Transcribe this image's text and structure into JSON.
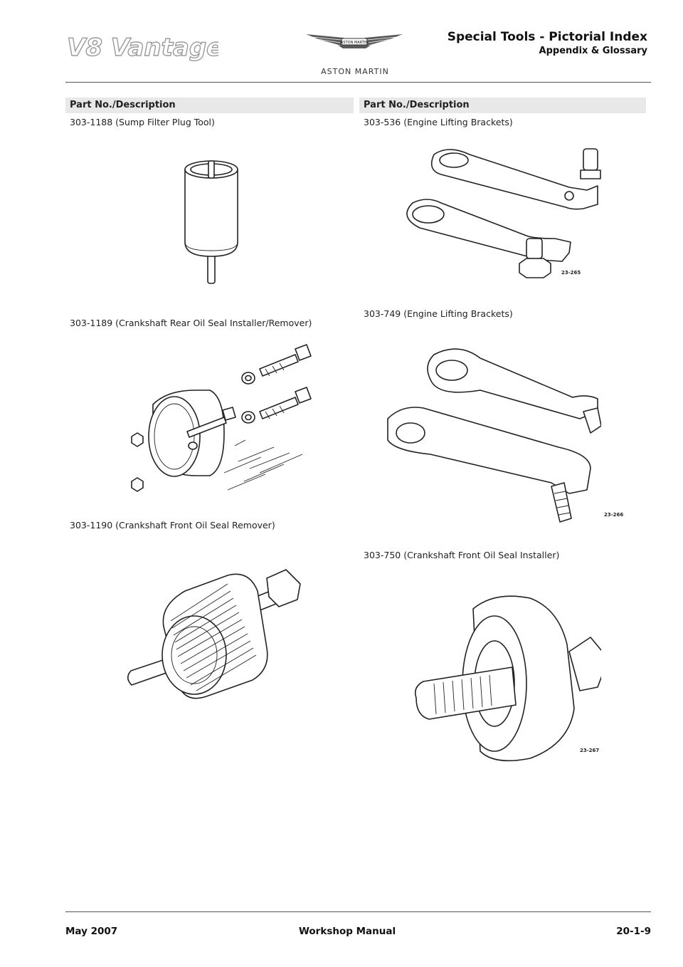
{
  "header": {
    "model_logo": "V8 Vantage",
    "brand": "ASTON MARTIN",
    "brand_badge": "ASTON MARTIN",
    "title": "Special Tools - Pictorial Index",
    "subtitle": "Appendix & Glossary"
  },
  "columns": {
    "left_header": "Part No./Description",
    "right_header": "Part No./Description"
  },
  "parts": {
    "left": [
      {
        "description": "303-1188 (Sump Filter Plug Tool)"
      },
      {
        "description": "303-1189 (Crankshaft Rear Oil Seal Installer/Remover)"
      },
      {
        "description": "303-1190 (Crankshaft Front Oil Seal Remover)"
      }
    ],
    "right": [
      {
        "description": "303-536 (Engine Lifting Brackets)",
        "figure": "23-265"
      },
      {
        "description": "303-749 (Engine Lifting Brackets)",
        "figure": "23-266"
      },
      {
        "description": "303-750 (Crankshaft Front Oil Seal Installer)",
        "figure": "23-267"
      }
    ]
  },
  "footer": {
    "date": "May 2007",
    "manual": "Workshop Manual",
    "page": "20-1-9"
  }
}
